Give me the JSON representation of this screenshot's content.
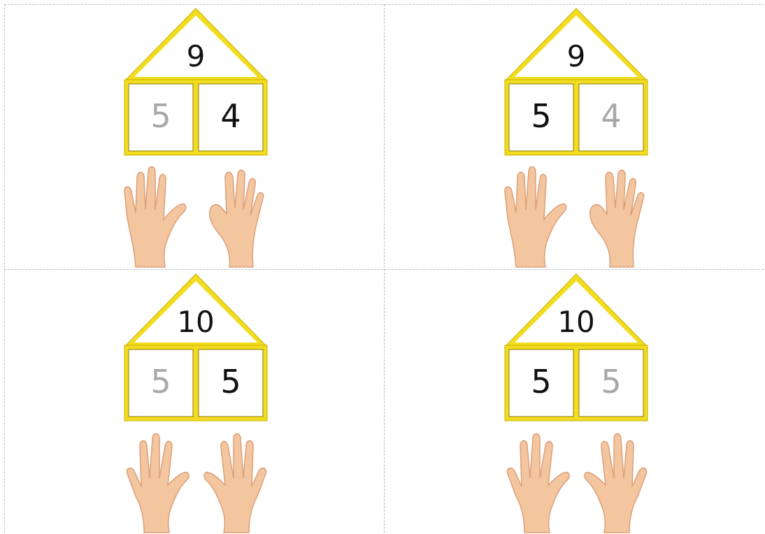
{
  "colors": {
    "house_frame": "#f2dc1f",
    "house_frame_edge": "#c9b100",
    "number_dark": "#111111",
    "number_faded": "#a8a8a8",
    "skin": "#f3c6a0",
    "skin_shade": "#dc9f78",
    "cut_line": "#b9b9b9"
  },
  "cards": [
    {
      "roof": "9",
      "left": "5",
      "right": "4",
      "faded_side": "left",
      "hands": "five-fingers-and-four-fingers"
    },
    {
      "roof": "9",
      "left": "5",
      "right": "4",
      "faded_side": "right",
      "hands": "five-fingers-and-four-fingers"
    },
    {
      "roof": "10",
      "left": "5",
      "right": "5",
      "faded_side": "left",
      "hands": "two-open-hands"
    },
    {
      "roof": "10",
      "left": "5",
      "right": "5",
      "faded_side": "right",
      "hands": "two-open-hands"
    }
  ]
}
